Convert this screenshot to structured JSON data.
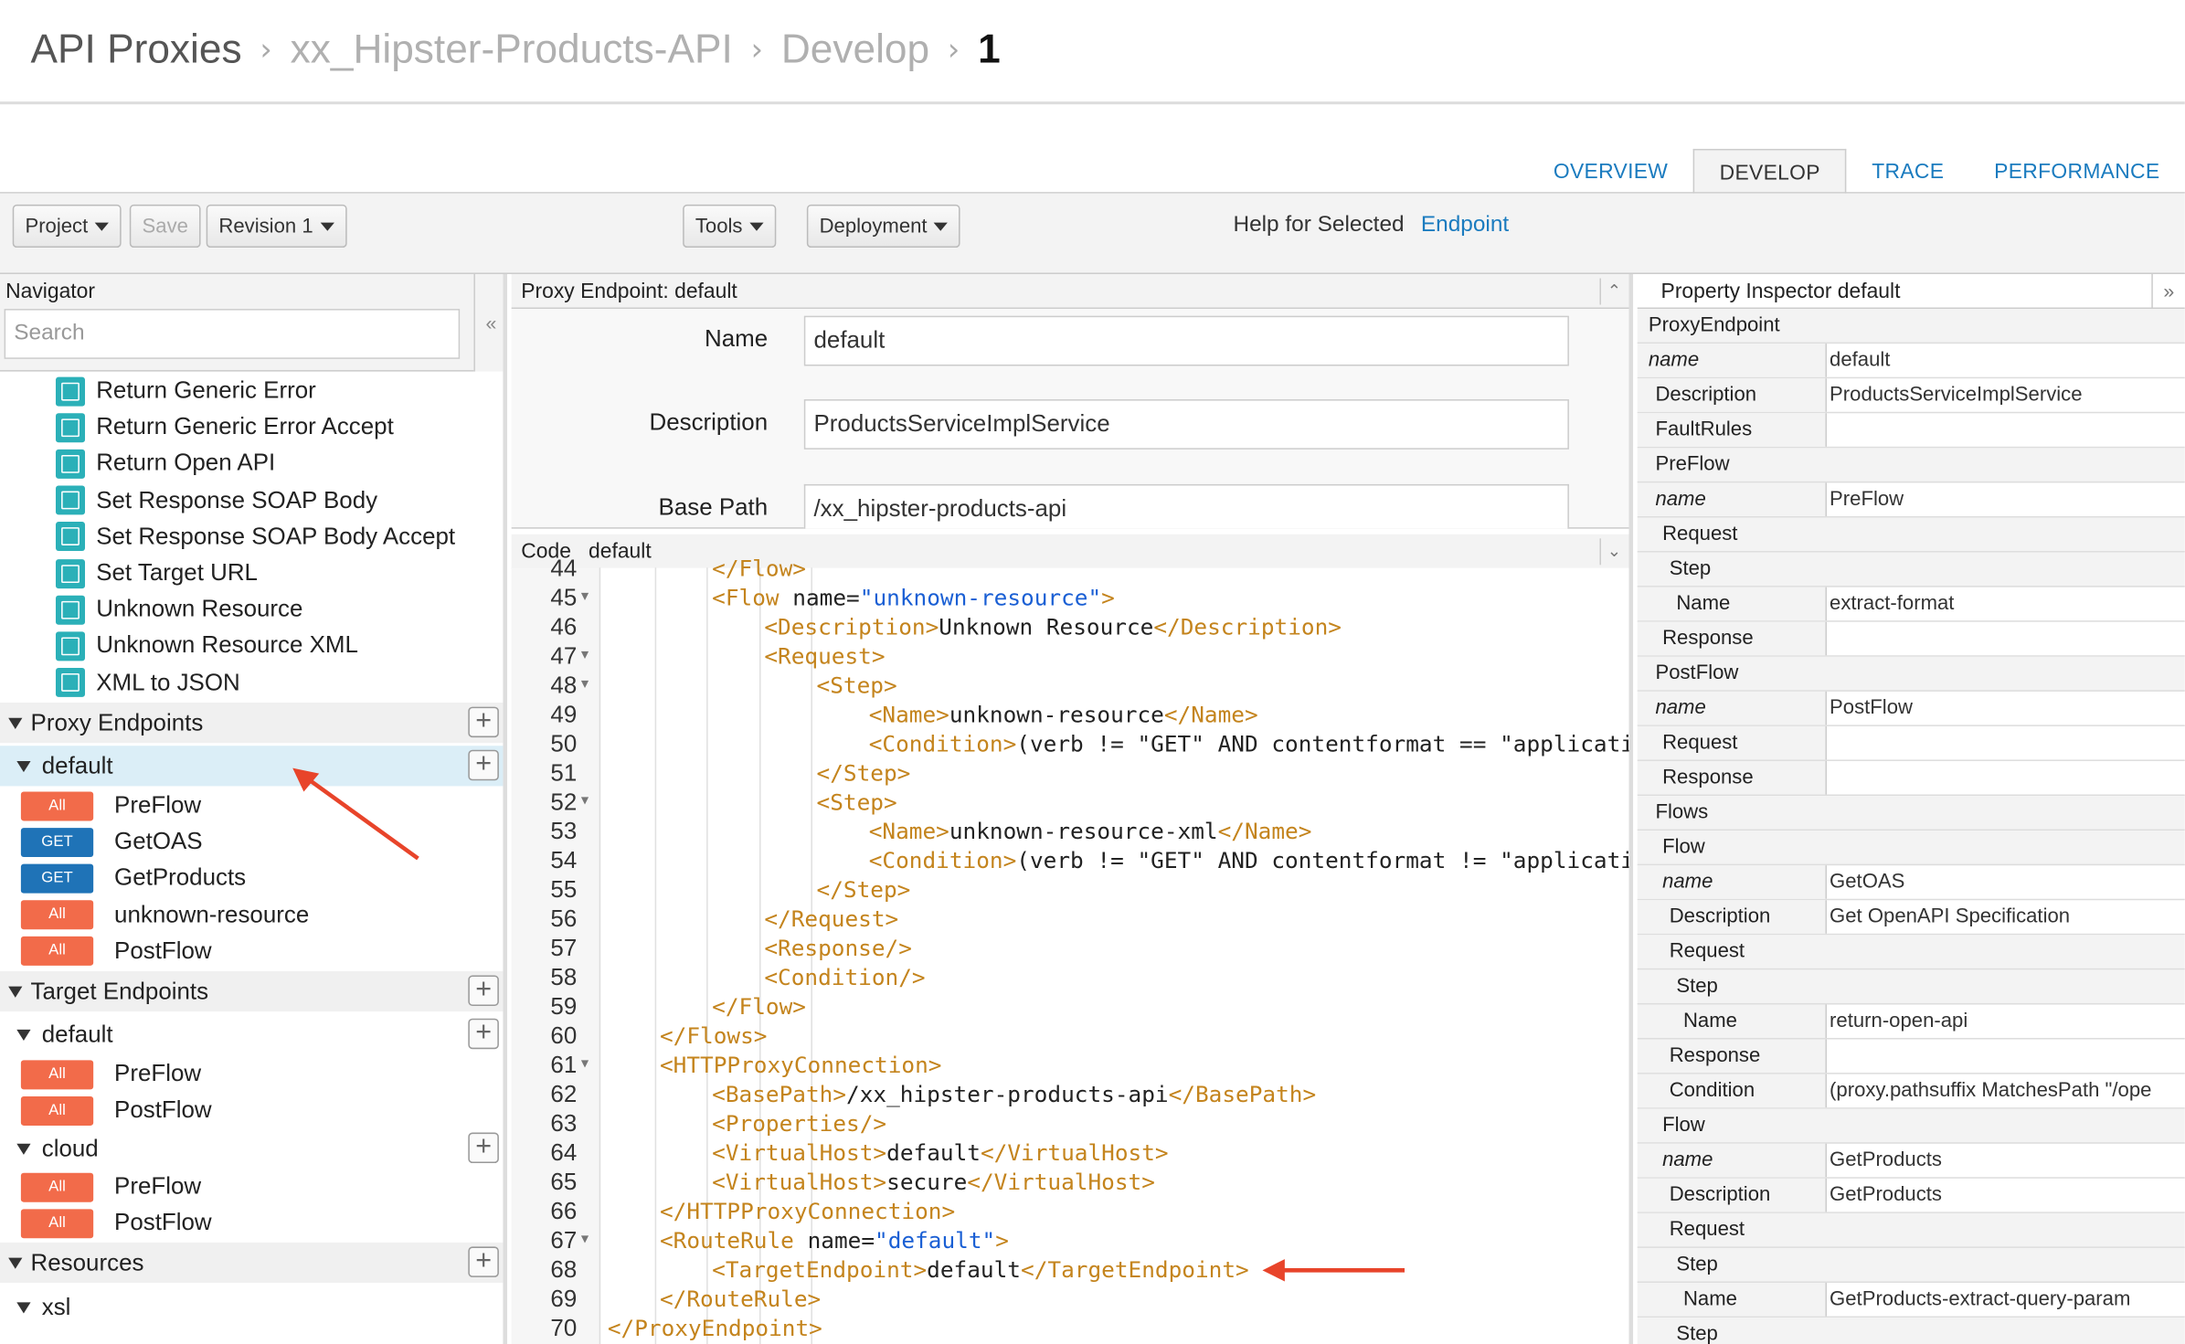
{
  "breadcrumb": {
    "c1": "API Proxies",
    "c2": "xx_Hipster-Products-API",
    "c3": "Develop",
    "c4": "1",
    "sep": "›"
  },
  "tabs": {
    "overview": "OVERVIEW",
    "develop": "DEVELOP",
    "trace": "TRACE",
    "performance": "PERFORMANCE"
  },
  "toolbar": {
    "project": "Project",
    "save": "Save",
    "revision": "Revision 1",
    "tools": "Tools",
    "deployment": "Deployment",
    "help_label": "Help for Selected",
    "help_link": "Endpoint"
  },
  "navigator": {
    "title": "Navigator",
    "search_placeholder": "Search",
    "collapse_icon": "«",
    "policies": [
      "Return Generic Error",
      "Return Generic Error Accept",
      "Return Open API",
      "Set Response SOAP Body",
      "Set Response SOAP Body Accept",
      "Set Target URL",
      "Unknown Resource",
      "Unknown Resource XML",
      "XML to JSON"
    ],
    "proxy_endpoints": "Proxy Endpoints",
    "proxy_default": "default",
    "proxy_flows": [
      {
        "method": "All",
        "name": "PreFlow"
      },
      {
        "method": "GET",
        "name": "GetOAS"
      },
      {
        "method": "GET",
        "name": "GetProducts"
      },
      {
        "method": "All",
        "name": "unknown-resource"
      },
      {
        "method": "All",
        "name": "PostFlow"
      }
    ],
    "target_endpoints": "Target Endpoints",
    "target_default": "default",
    "target_default_flows": [
      {
        "method": "All",
        "name": "PreFlow"
      },
      {
        "method": "All",
        "name": "PostFlow"
      }
    ],
    "target_cloud": "cloud",
    "target_cloud_flows": [
      {
        "method": "All",
        "name": "PreFlow"
      },
      {
        "method": "All",
        "name": "PostFlow"
      }
    ],
    "resources": "Resources",
    "xsl": "xsl",
    "plus": "+"
  },
  "proxy_endpoint": {
    "title": "Proxy Endpoint: default",
    "name_label": "Name",
    "name_value": "default",
    "desc_label": "Description",
    "desc_value": "ProductsServiceImplService",
    "base_label": "Base Path",
    "base_value": "/xx_hipster-products-api"
  },
  "code": {
    "title": "Code",
    "name": "default",
    "lines": [
      {
        "n": "44",
        "fold": false,
        "indent": 2,
        "parts": [
          [
            "t",
            "</Flow>"
          ]
        ]
      },
      {
        "n": "45",
        "fold": true,
        "indent": 2,
        "parts": [
          [
            "t",
            "<Flow "
          ],
          [
            "a",
            "name="
          ],
          [
            "v",
            "\"unknown-resource\""
          ],
          [
            "t",
            ">"
          ]
        ]
      },
      {
        "n": "46",
        "fold": false,
        "indent": 3,
        "parts": [
          [
            "t",
            "<Description>"
          ],
          [
            "a",
            "Unknown Resource"
          ],
          [
            "t",
            "</Description>"
          ]
        ]
      },
      {
        "n": "47",
        "fold": true,
        "indent": 3,
        "parts": [
          [
            "t",
            "<Request>"
          ]
        ]
      },
      {
        "n": "48",
        "fold": true,
        "indent": 4,
        "parts": [
          [
            "t",
            "<Step>"
          ]
        ]
      },
      {
        "n": "49",
        "fold": false,
        "indent": 5,
        "parts": [
          [
            "t",
            "<Name>"
          ],
          [
            "a",
            "unknown-resource"
          ],
          [
            "t",
            "</Name>"
          ]
        ]
      },
      {
        "n": "50",
        "fold": false,
        "indent": 5,
        "parts": [
          [
            "t",
            "<Condition>"
          ],
          [
            "a",
            "(verb != \"GET\" AND contentformat == \"applicatio"
          ]
        ]
      },
      {
        "n": "51",
        "fold": false,
        "indent": 4,
        "parts": [
          [
            "t",
            "</Step>"
          ]
        ]
      },
      {
        "n": "52",
        "fold": true,
        "indent": 4,
        "parts": [
          [
            "t",
            "<Step>"
          ]
        ]
      },
      {
        "n": "53",
        "fold": false,
        "indent": 5,
        "parts": [
          [
            "t",
            "<Name>"
          ],
          [
            "a",
            "unknown-resource-xml"
          ],
          [
            "t",
            "</Name>"
          ]
        ]
      },
      {
        "n": "54",
        "fold": false,
        "indent": 5,
        "parts": [
          [
            "t",
            "<Condition>"
          ],
          [
            "a",
            "(verb != \"GET\" AND contentformat != \"applicatio"
          ]
        ]
      },
      {
        "n": "55",
        "fold": false,
        "indent": 4,
        "parts": [
          [
            "t",
            "</Step>"
          ]
        ]
      },
      {
        "n": "56",
        "fold": false,
        "indent": 3,
        "parts": [
          [
            "t",
            "</Request>"
          ]
        ]
      },
      {
        "n": "57",
        "fold": false,
        "indent": 3,
        "parts": [
          [
            "t",
            "<Response/>"
          ]
        ]
      },
      {
        "n": "58",
        "fold": false,
        "indent": 3,
        "parts": [
          [
            "t",
            "<Condition/>"
          ]
        ]
      },
      {
        "n": "59",
        "fold": false,
        "indent": 2,
        "parts": [
          [
            "t",
            "</Flow>"
          ]
        ]
      },
      {
        "n": "60",
        "fold": false,
        "indent": 1,
        "parts": [
          [
            "t",
            "</Flows>"
          ]
        ]
      },
      {
        "n": "61",
        "fold": true,
        "indent": 1,
        "parts": [
          [
            "t",
            "<HTTPProxyConnection>"
          ]
        ]
      },
      {
        "n": "62",
        "fold": false,
        "indent": 2,
        "parts": [
          [
            "t",
            "<BasePath>"
          ],
          [
            "a",
            "/xx_hipster-products-api"
          ],
          [
            "t",
            "</BasePath>"
          ]
        ]
      },
      {
        "n": "63",
        "fold": false,
        "indent": 2,
        "parts": [
          [
            "t",
            "<Properties/>"
          ]
        ]
      },
      {
        "n": "64",
        "fold": false,
        "indent": 2,
        "parts": [
          [
            "t",
            "<VirtualHost>"
          ],
          [
            "a",
            "default"
          ],
          [
            "t",
            "</VirtualHost>"
          ]
        ]
      },
      {
        "n": "65",
        "fold": false,
        "indent": 2,
        "parts": [
          [
            "t",
            "<VirtualHost>"
          ],
          [
            "a",
            "secure"
          ],
          [
            "t",
            "</VirtualHost>"
          ]
        ]
      },
      {
        "n": "66",
        "fold": false,
        "indent": 1,
        "parts": [
          [
            "t",
            "</HTTPProxyConnection>"
          ]
        ]
      },
      {
        "n": "67",
        "fold": true,
        "indent": 1,
        "parts": [
          [
            "t",
            "<RouteRule "
          ],
          [
            "a",
            "name="
          ],
          [
            "v",
            "\"default\""
          ],
          [
            "t",
            ">"
          ]
        ]
      },
      {
        "n": "68",
        "fold": false,
        "indent": 2,
        "parts": [
          [
            "t",
            "<TargetEndpoint>"
          ],
          [
            "a",
            "default"
          ],
          [
            "t",
            "</TargetEndpoint>"
          ]
        ]
      },
      {
        "n": "69",
        "fold": false,
        "indent": 1,
        "parts": [
          [
            "t",
            "</RouteRule>"
          ]
        ]
      },
      {
        "n": "70",
        "fold": false,
        "indent": 0,
        "parts": [
          [
            "t",
            "</ProxyEndpoint>"
          ]
        ]
      }
    ]
  },
  "inspector": {
    "title": "Property Inspector  default",
    "rows": [
      {
        "k": "ProxyEndpoint",
        "grp": true,
        "ind": 0
      },
      {
        "k": "name",
        "v": "default",
        "it": true,
        "ind": 0
      },
      {
        "k": "Description",
        "v": "ProductsServiceImplService",
        "ind": 1
      },
      {
        "k": "FaultRules",
        "v": "",
        "ind": 1
      },
      {
        "k": "PreFlow",
        "grp": true,
        "ind": 1
      },
      {
        "k": "name",
        "v": "PreFlow",
        "it": true,
        "ind": 1
      },
      {
        "k": "Request",
        "grp": true,
        "ind": 2
      },
      {
        "k": "Step",
        "grp": true,
        "ind": 3
      },
      {
        "k": "Name",
        "v": "extract-format",
        "ind": 4
      },
      {
        "k": "Response",
        "v": "",
        "ind": 2
      },
      {
        "k": "PostFlow",
        "grp": true,
        "ind": 1
      },
      {
        "k": "name",
        "v": "PostFlow",
        "it": true,
        "ind": 1
      },
      {
        "k": "Request",
        "v": "",
        "ind": 2
      },
      {
        "k": "Response",
        "v": "",
        "ind": 2
      },
      {
        "k": "Flows",
        "grp": true,
        "ind": 1
      },
      {
        "k": "Flow",
        "grp": true,
        "ind": 2
      },
      {
        "k": "name",
        "v": "GetOAS",
        "it": true,
        "ind": 2
      },
      {
        "k": "Description",
        "v": "Get OpenAPI Specification",
        "ind": 3
      },
      {
        "k": "Request",
        "grp": true,
        "ind": 3
      },
      {
        "k": "Step",
        "grp": true,
        "ind": 4
      },
      {
        "k": "Name",
        "v": "return-open-api",
        "ind": 5
      },
      {
        "k": "Response",
        "v": "",
        "ind": 3
      },
      {
        "k": "Condition",
        "v": "(proxy.pathsuffix MatchesPath \"/ope",
        "ind": 3
      },
      {
        "k": "Flow",
        "grp": true,
        "ind": 2
      },
      {
        "k": "name",
        "v": "GetProducts",
        "it": true,
        "ind": 2
      },
      {
        "k": "Description",
        "v": "GetProducts",
        "ind": 3
      },
      {
        "k": "Request",
        "grp": true,
        "ind": 3
      },
      {
        "k": "Step",
        "grp": true,
        "ind": 4
      },
      {
        "k": "Name",
        "v": "GetProducts-extract-query-param",
        "ind": 5
      },
      {
        "k": "Step",
        "grp": true,
        "ind": 4
      }
    ]
  },
  "colors": {
    "accent": "#1a7bbf",
    "badge_all": "#f26b4a",
    "badge_get": "#1f73b7",
    "arrow": "#e8442a",
    "xml_tag": "#c4841d",
    "xml_value": "#1a5fd4"
  }
}
